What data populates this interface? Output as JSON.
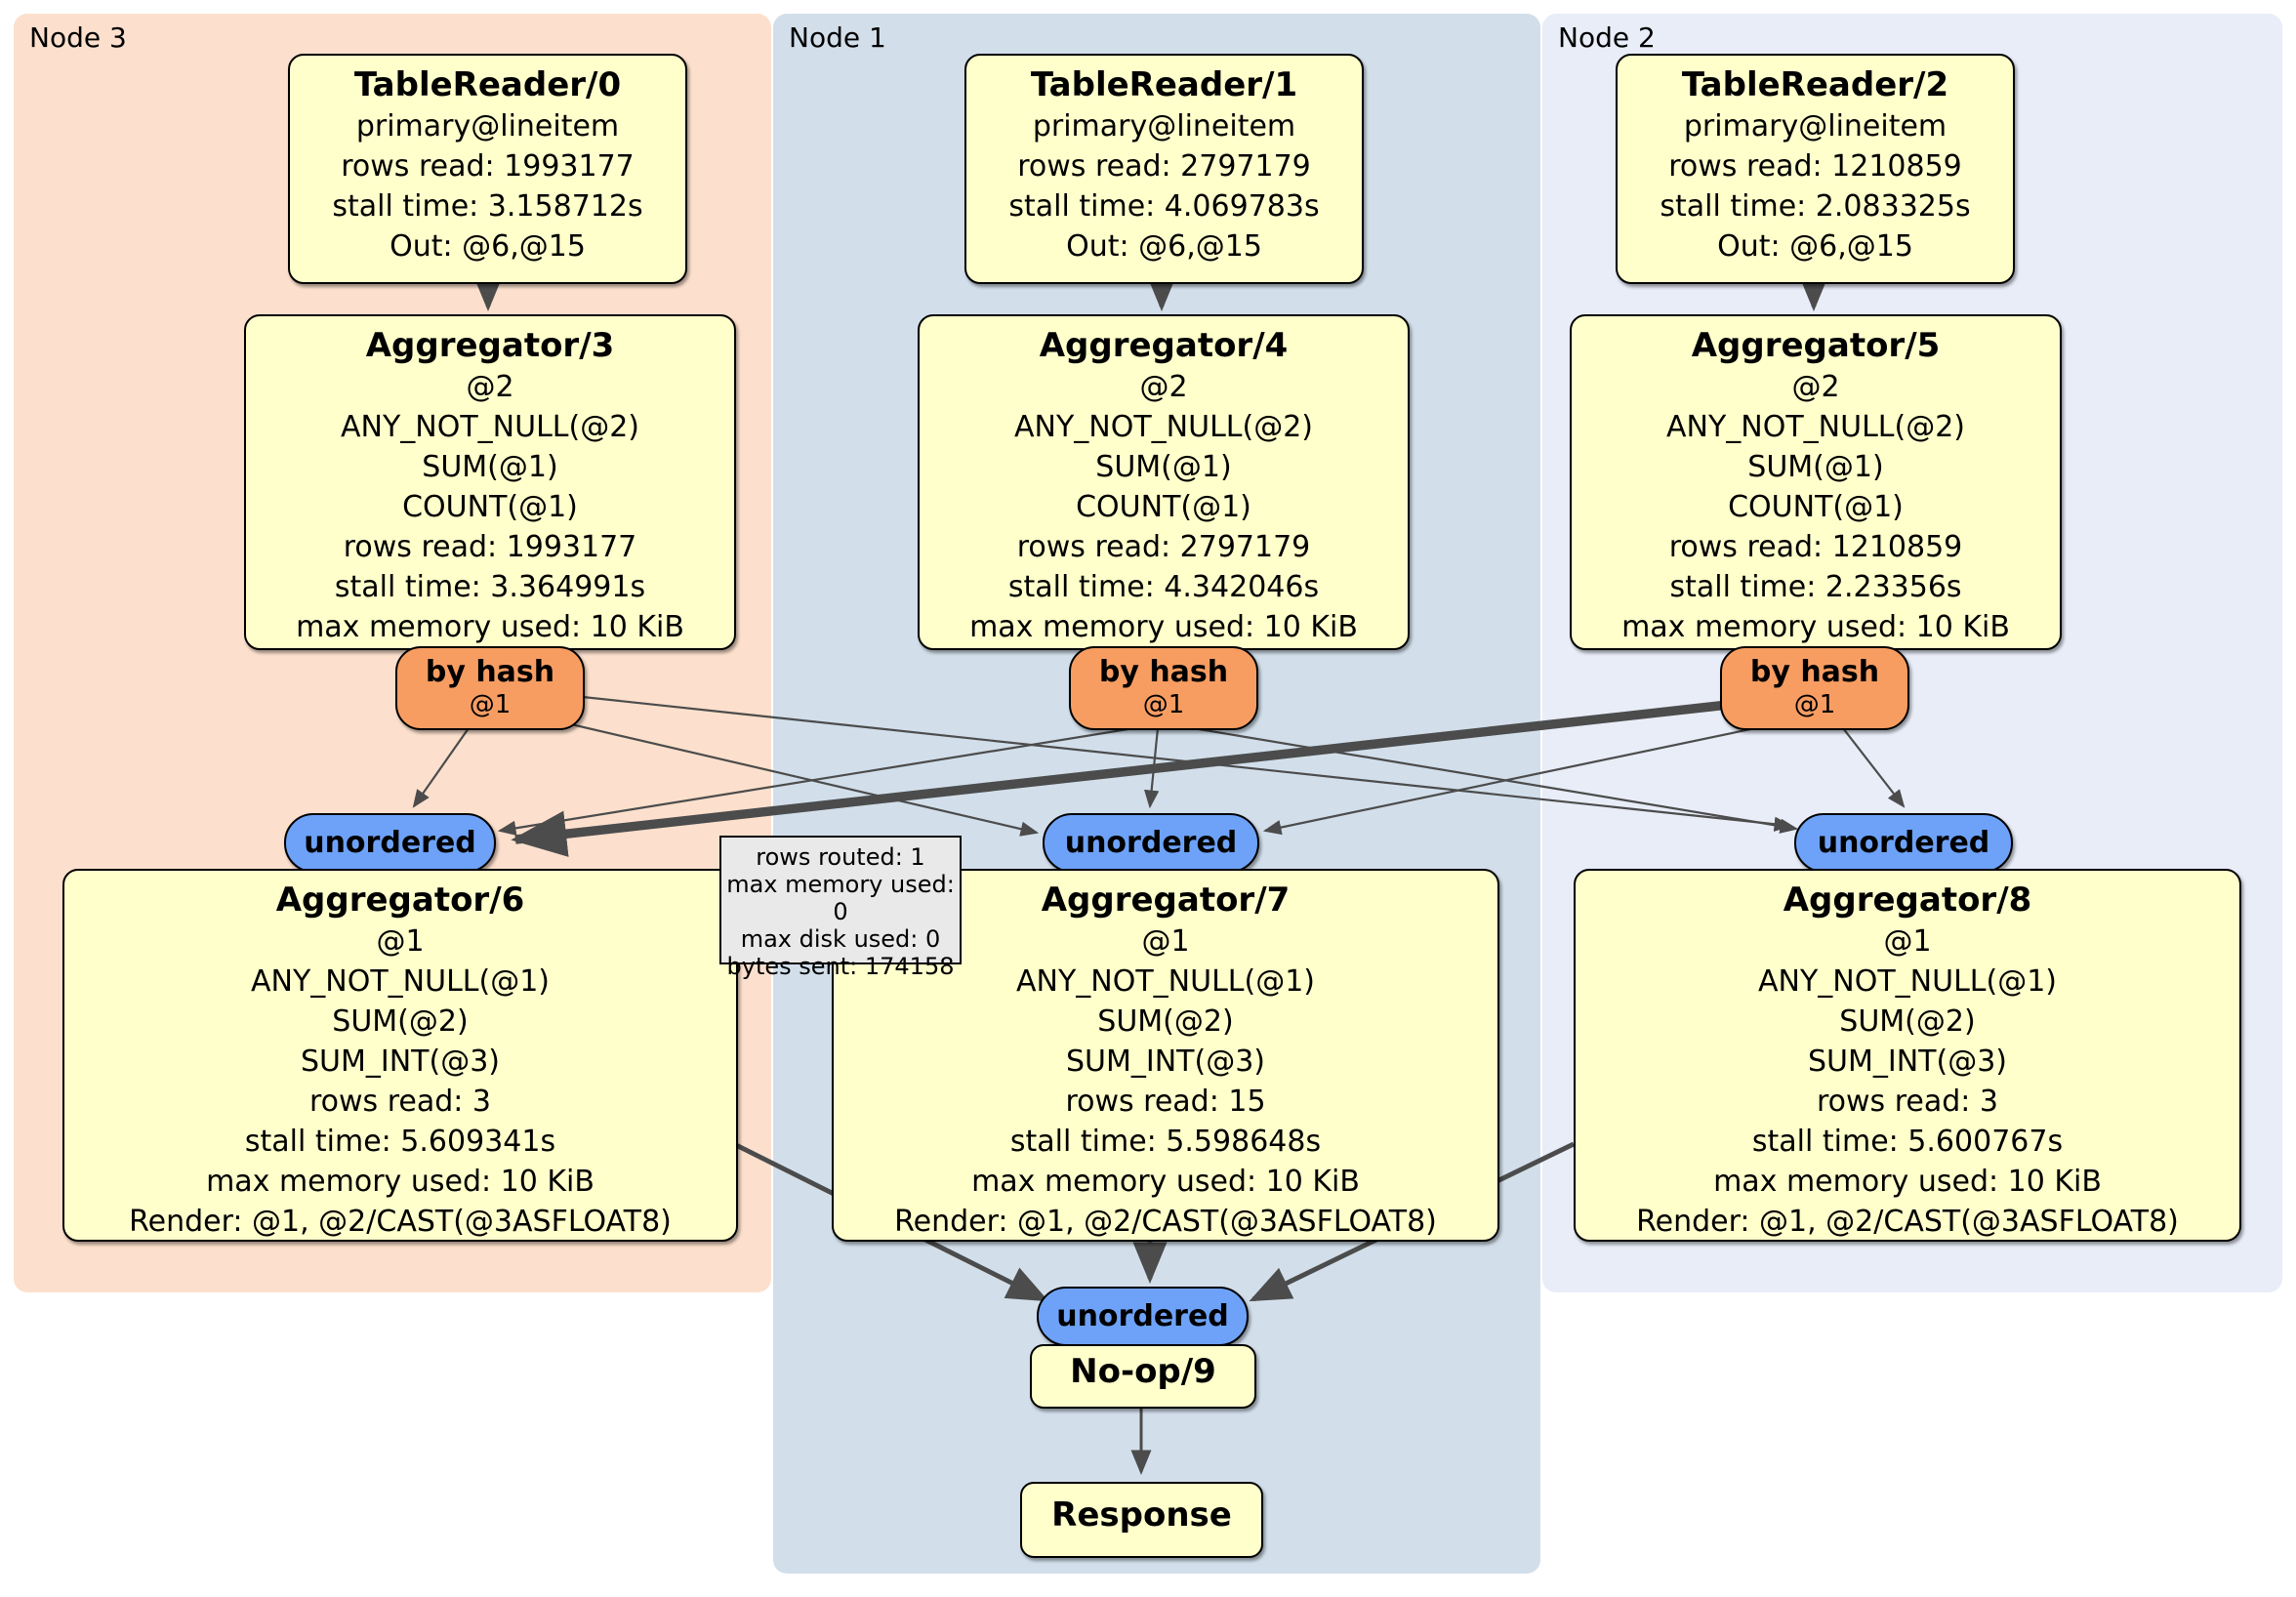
{
  "panels": [
    {
      "id": "node3",
      "label": "Node 3"
    },
    {
      "id": "node1",
      "label": "Node 1"
    },
    {
      "id": "node2",
      "label": "Node 2"
    }
  ],
  "boxes": {
    "tr0": {
      "title": "TableReader/0",
      "lines": [
        "primary@lineitem",
        "rows read: 1993177",
        "stall time: 3.158712s",
        "Out: @6,@15"
      ]
    },
    "tr1": {
      "title": "TableReader/1",
      "lines": [
        "primary@lineitem",
        "rows read: 2797179",
        "stall time: 4.069783s",
        "Out: @6,@15"
      ]
    },
    "tr2": {
      "title": "TableReader/2",
      "lines": [
        "primary@lineitem",
        "rows read: 1210859",
        "stall time: 2.083325s",
        "Out: @6,@15"
      ]
    },
    "agg3": {
      "title": "Aggregator/3",
      "lines": [
        "@2",
        "ANY_NOT_NULL(@2)",
        "SUM(@1)",
        "COUNT(@1)",
        "rows read: 1993177",
        "stall time: 3.364991s",
        "max memory used: 10 KiB"
      ]
    },
    "agg4": {
      "title": "Aggregator/4",
      "lines": [
        "@2",
        "ANY_NOT_NULL(@2)",
        "SUM(@1)",
        "COUNT(@1)",
        "rows read: 2797179",
        "stall time: 4.342046s",
        "max memory used: 10 KiB"
      ]
    },
    "agg5": {
      "title": "Aggregator/5",
      "lines": [
        "@2",
        "ANY_NOT_NULL(@2)",
        "SUM(@1)",
        "COUNT(@1)",
        "rows read: 1210859",
        "stall time: 2.23356s",
        "max memory used: 10 KiB"
      ]
    },
    "agg6": {
      "title": "Aggregator/6",
      "lines": [
        "@1",
        "ANY_NOT_NULL(@1)",
        "SUM(@2)",
        "SUM_INT(@3)",
        "rows read: 3",
        "stall time: 5.609341s",
        "max memory used: 10 KiB",
        "Render: @1, @2/CAST(@3ASFLOAT8)"
      ]
    },
    "agg7": {
      "title": "Aggregator/7",
      "lines": [
        "@1",
        "ANY_NOT_NULL(@1)",
        "SUM(@2)",
        "SUM_INT(@3)",
        "rows read: 15",
        "stall time: 5.598648s",
        "max memory used: 10 KiB",
        "Render: @1, @2/CAST(@3ASFLOAT8)"
      ]
    },
    "agg8": {
      "title": "Aggregator/8",
      "lines": [
        "@1",
        "ANY_NOT_NULL(@1)",
        "SUM(@2)",
        "SUM_INT(@3)",
        "rows read: 3",
        "stall time: 5.600767s",
        "max memory used: 10 KiB",
        "Render: @1, @2/CAST(@3ASFLOAT8)"
      ]
    },
    "noop": {
      "title": "No-op/9"
    },
    "response": {
      "title": "Response"
    }
  },
  "routers": {
    "r3": {
      "label": "by hash",
      "detail": "@1"
    },
    "r4": {
      "label": "by hash",
      "detail": "@1"
    },
    "r5": {
      "label": "by hash",
      "detail": "@1"
    }
  },
  "syncs": {
    "u6": {
      "label": "unordered"
    },
    "u7": {
      "label": "unordered"
    },
    "u8": {
      "label": "unordered"
    },
    "u9": {
      "label": "unordered"
    }
  },
  "tooltip": {
    "lines": [
      "rows routed: 1",
      "max memory used: 0",
      "max disk used: 0",
      "bytes sent: 174158"
    ]
  },
  "colors": {
    "panel_node3": "#fce0cd",
    "panel_node1": "#d2dfeb",
    "panel_node2": "#e8edf8",
    "box_fill": "#ffffcc",
    "router_fill": "#f79d62",
    "sync_fill": "#6da2f8",
    "edge": "#4c4c4c",
    "tooltip_fill": "#e9e9e9"
  }
}
